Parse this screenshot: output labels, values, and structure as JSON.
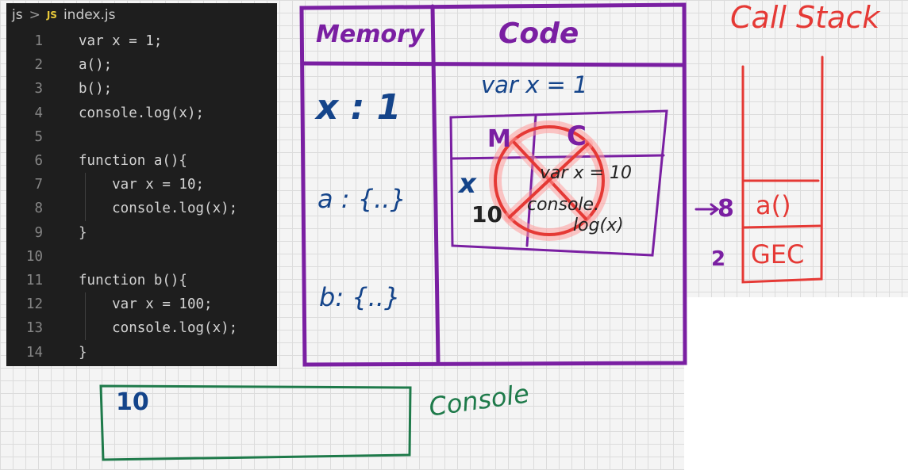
{
  "editor": {
    "breadcrumb_folder": "js",
    "breadcrumb_separator": ">",
    "file_icon": "JS",
    "file_name": "index.js",
    "lines": [
      {
        "num": "1",
        "code": "var x = 1;"
      },
      {
        "num": "2",
        "code": "a();"
      },
      {
        "num": "3",
        "code": "b();"
      },
      {
        "num": "4",
        "code": "console.log(x);"
      },
      {
        "num": "5",
        "code": ""
      },
      {
        "num": "6",
        "code": "function a(){"
      },
      {
        "num": "7",
        "code": "    var x = 10;"
      },
      {
        "num": "8",
        "code": "    console.log(x);"
      },
      {
        "num": "9",
        "code": "}"
      },
      {
        "num": "10",
        "code": ""
      },
      {
        "num": "11",
        "code": "function b(){"
      },
      {
        "num": "12",
        "code": "    var x = 100;"
      },
      {
        "num": "13",
        "code": "    console.log(x);"
      },
      {
        "num": "14",
        "code": "}"
      }
    ]
  },
  "context": {
    "memory_header": "Memory",
    "code_header": "Code",
    "code_line": "var x = 1",
    "memory_entries": [
      "x : 1",
      "a : {..}",
      "b: {..}"
    ],
    "inner_context": {
      "memory_header": "M",
      "code_header": "C",
      "memory_entry_x": "x",
      "memory_entry_val": "10",
      "code_line_1": "var x = 10",
      "code_line_2": "console.",
      "code_line_3": "log(x)"
    }
  },
  "call_stack": {
    "title": "Call Stack",
    "items": [
      "a()",
      "GEC"
    ],
    "arrow_label": "8",
    "index_label": "2"
  },
  "console": {
    "label": "Console",
    "output": "10"
  },
  "colors": {
    "purple": "#7a1fa2",
    "blue": "#14448a",
    "red": "#e53935",
    "green": "#1e7a4a"
  }
}
